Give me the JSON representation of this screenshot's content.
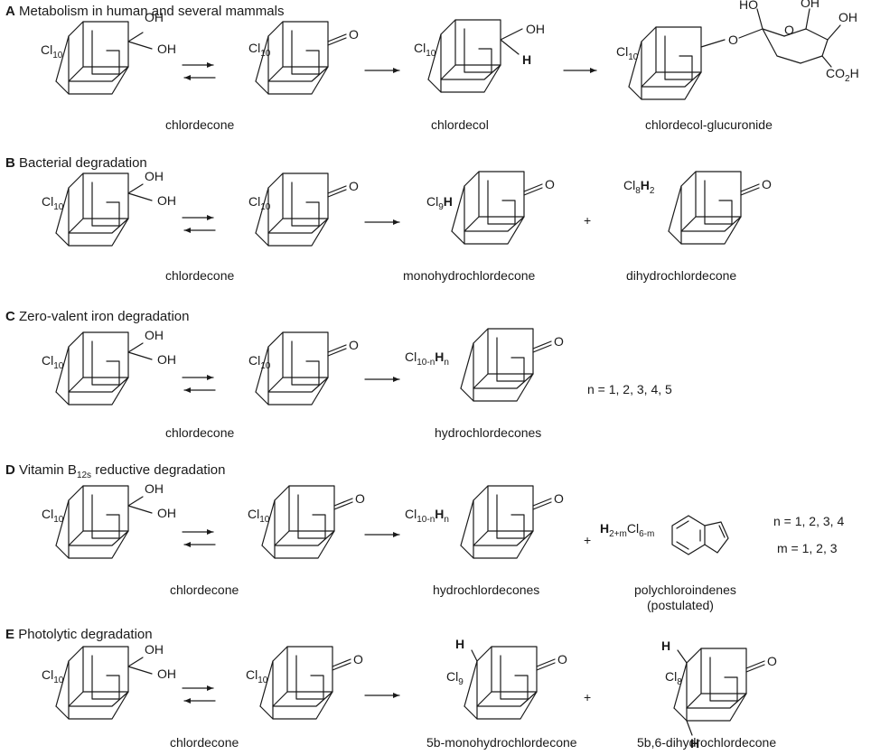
{
  "sections": [
    {
      "letter": "A",
      "title": "Metabolism in human and several mammals",
      "captions": [
        "chlordecone",
        "chlordecol",
        "chlordecol-glucuronide"
      ],
      "labels": {
        "cl10": "Cl",
        "cl10_sub": "10",
        "oh": "OH",
        "o": "O",
        "h": "H",
        "ho": "HO",
        "co2h": "CO",
        "co2h_sub": "2",
        "co2h_end": "H"
      }
    },
    {
      "letter": "B",
      "title": "Bacterial degradation",
      "captions": [
        "chlordecone",
        "monohydrochlordecone",
        "dihydrochlordecone"
      ],
      "labels": {
        "plus": "+",
        "cl9": "Cl",
        "cl9_sub": "9",
        "cl8": "Cl",
        "cl8_sub": "8",
        "h2_sub": "2"
      }
    },
    {
      "letter": "C",
      "title": "Zero-valent iron degradation",
      "captions": [
        "chlordecone",
        "hydrochlordecones"
      ],
      "note": "n = 1, 2, 3, 4, 5",
      "labels": {
        "cl_sub": "10-n",
        "n": "n"
      }
    },
    {
      "letter": "D",
      "title_main": "Vitamin B",
      "title_sub": "12s",
      "title_end": " reductive degradation",
      "captions": [
        "chlordecone",
        "hydrochlordecones",
        "polychloroindenes",
        "(postulated)"
      ],
      "note_n": "n = 1, 2, 3, 4",
      "note_m": "m = 1, 2, 3",
      "labels": {
        "h2m_sub": "2+m",
        "cl6m_sub": "6-m"
      }
    },
    {
      "letter": "E",
      "title": "Photolytic degradation",
      "captions": [
        "chlordecone",
        "5b-monohydrochlordecone",
        "5b,6-dihydrochlordecone"
      ]
    }
  ]
}
